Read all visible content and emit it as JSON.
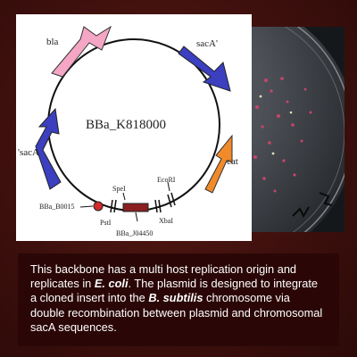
{
  "plasmid": {
    "name": "BBa_K818000",
    "labels": {
      "bla": "bla",
      "sacA_prime": "sacA'",
      "sacA_left": "'sacA",
      "cat": "cat",
      "ecori": "EcoRI",
      "spei": "SpeI",
      "psti": "PstI",
      "xbai": "XbaI",
      "b0015": "BBa_B0015",
      "j04450": "BBa_J04450"
    },
    "colors": {
      "bla": "#f4a6c4",
      "sacA": "#3b3fc0",
      "cat": "#f08a2a",
      "b0015": "#d42a2a",
      "j04450": "#8a1f1f"
    }
  },
  "caption": {
    "p1": "This backbone has a multi host replication origin and replicates in ",
    "ecoli": "E. coli",
    "p2": ". The plasmid is designed to integrate a cloned insert into the ",
    "bsub": "B. subtilis",
    "p3": " chromosome via double recombination between plasmid and chromosomal sacA sequences."
  }
}
